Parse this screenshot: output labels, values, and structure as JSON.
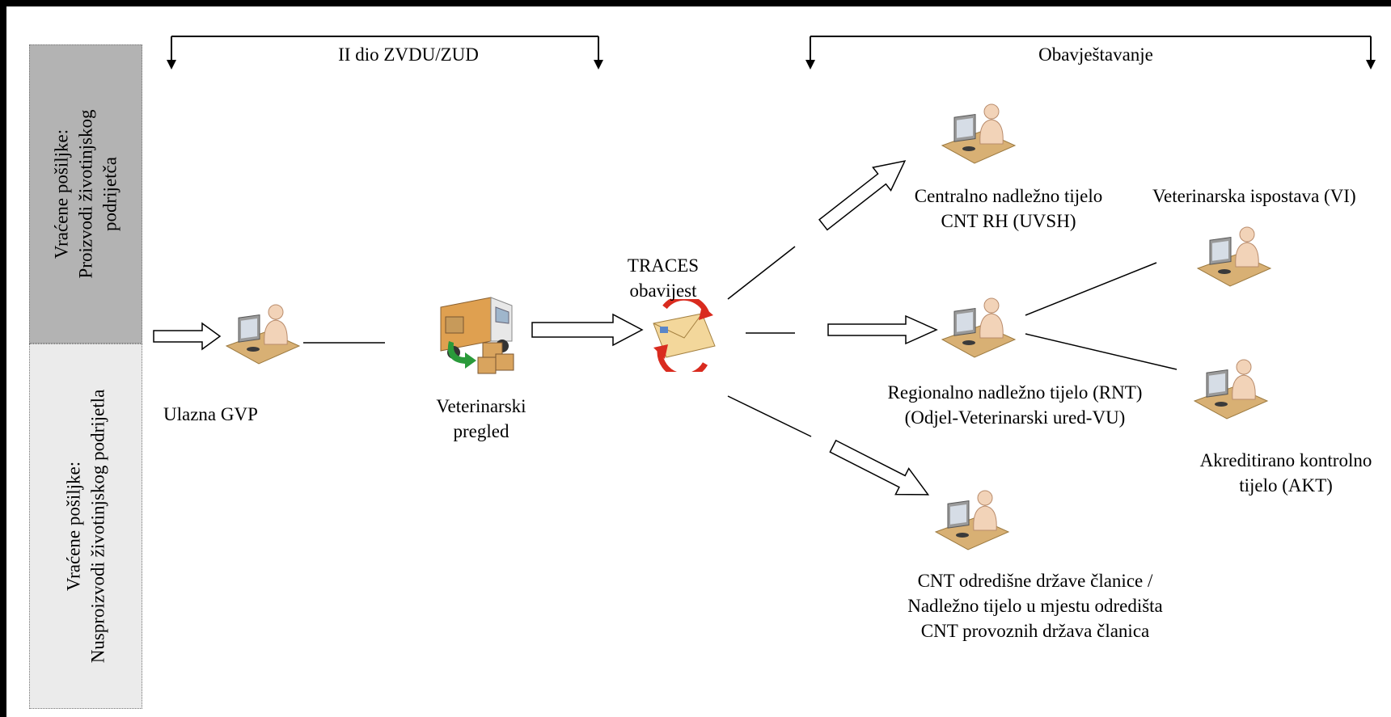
{
  "header": {
    "left_bracket_label": "II dio ZVDU/ZUD",
    "right_bracket_label": "Obavještavanje"
  },
  "side_bands": {
    "top": "Vraćene pošiljke:\nProizvodi životinjskog\npodrijetča",
    "bottom": "Vraćene pošiljke:\nNusproizvodi životinjskog podrijetla"
  },
  "nodes": {
    "entry": "Ulazna GVP",
    "inspection": "Veterinarski\npregled",
    "traces": "TRACES\nobavijest",
    "central": "Centralno nadležno tijelo\nCNT RH (UVSH)",
    "regional": "Regionalno nadležno tijelo (RNT)\n(Odjel-Veterinarski ured-VU)",
    "destination": "CNT odredišne države članice /\nNadležno tijelo u mjestu odredišta\nCNT provoznih država članica",
    "vet_office": "Veterinarska ispostava (VI)",
    "accredited": "Akreditirano kontrolno\ntijelo (AKT)"
  },
  "icons": {
    "person_computer": "person-at-computer-icon",
    "truck": "delivery-truck-icon",
    "email_refresh": "email-refresh-icon"
  },
  "colors": {
    "band_top": "#b3b3b3",
    "band_bottom": "#ebebeb",
    "desk": "#d8b074",
    "person": "#f2d3b8",
    "email_arrow": "#d92b1f"
  }
}
